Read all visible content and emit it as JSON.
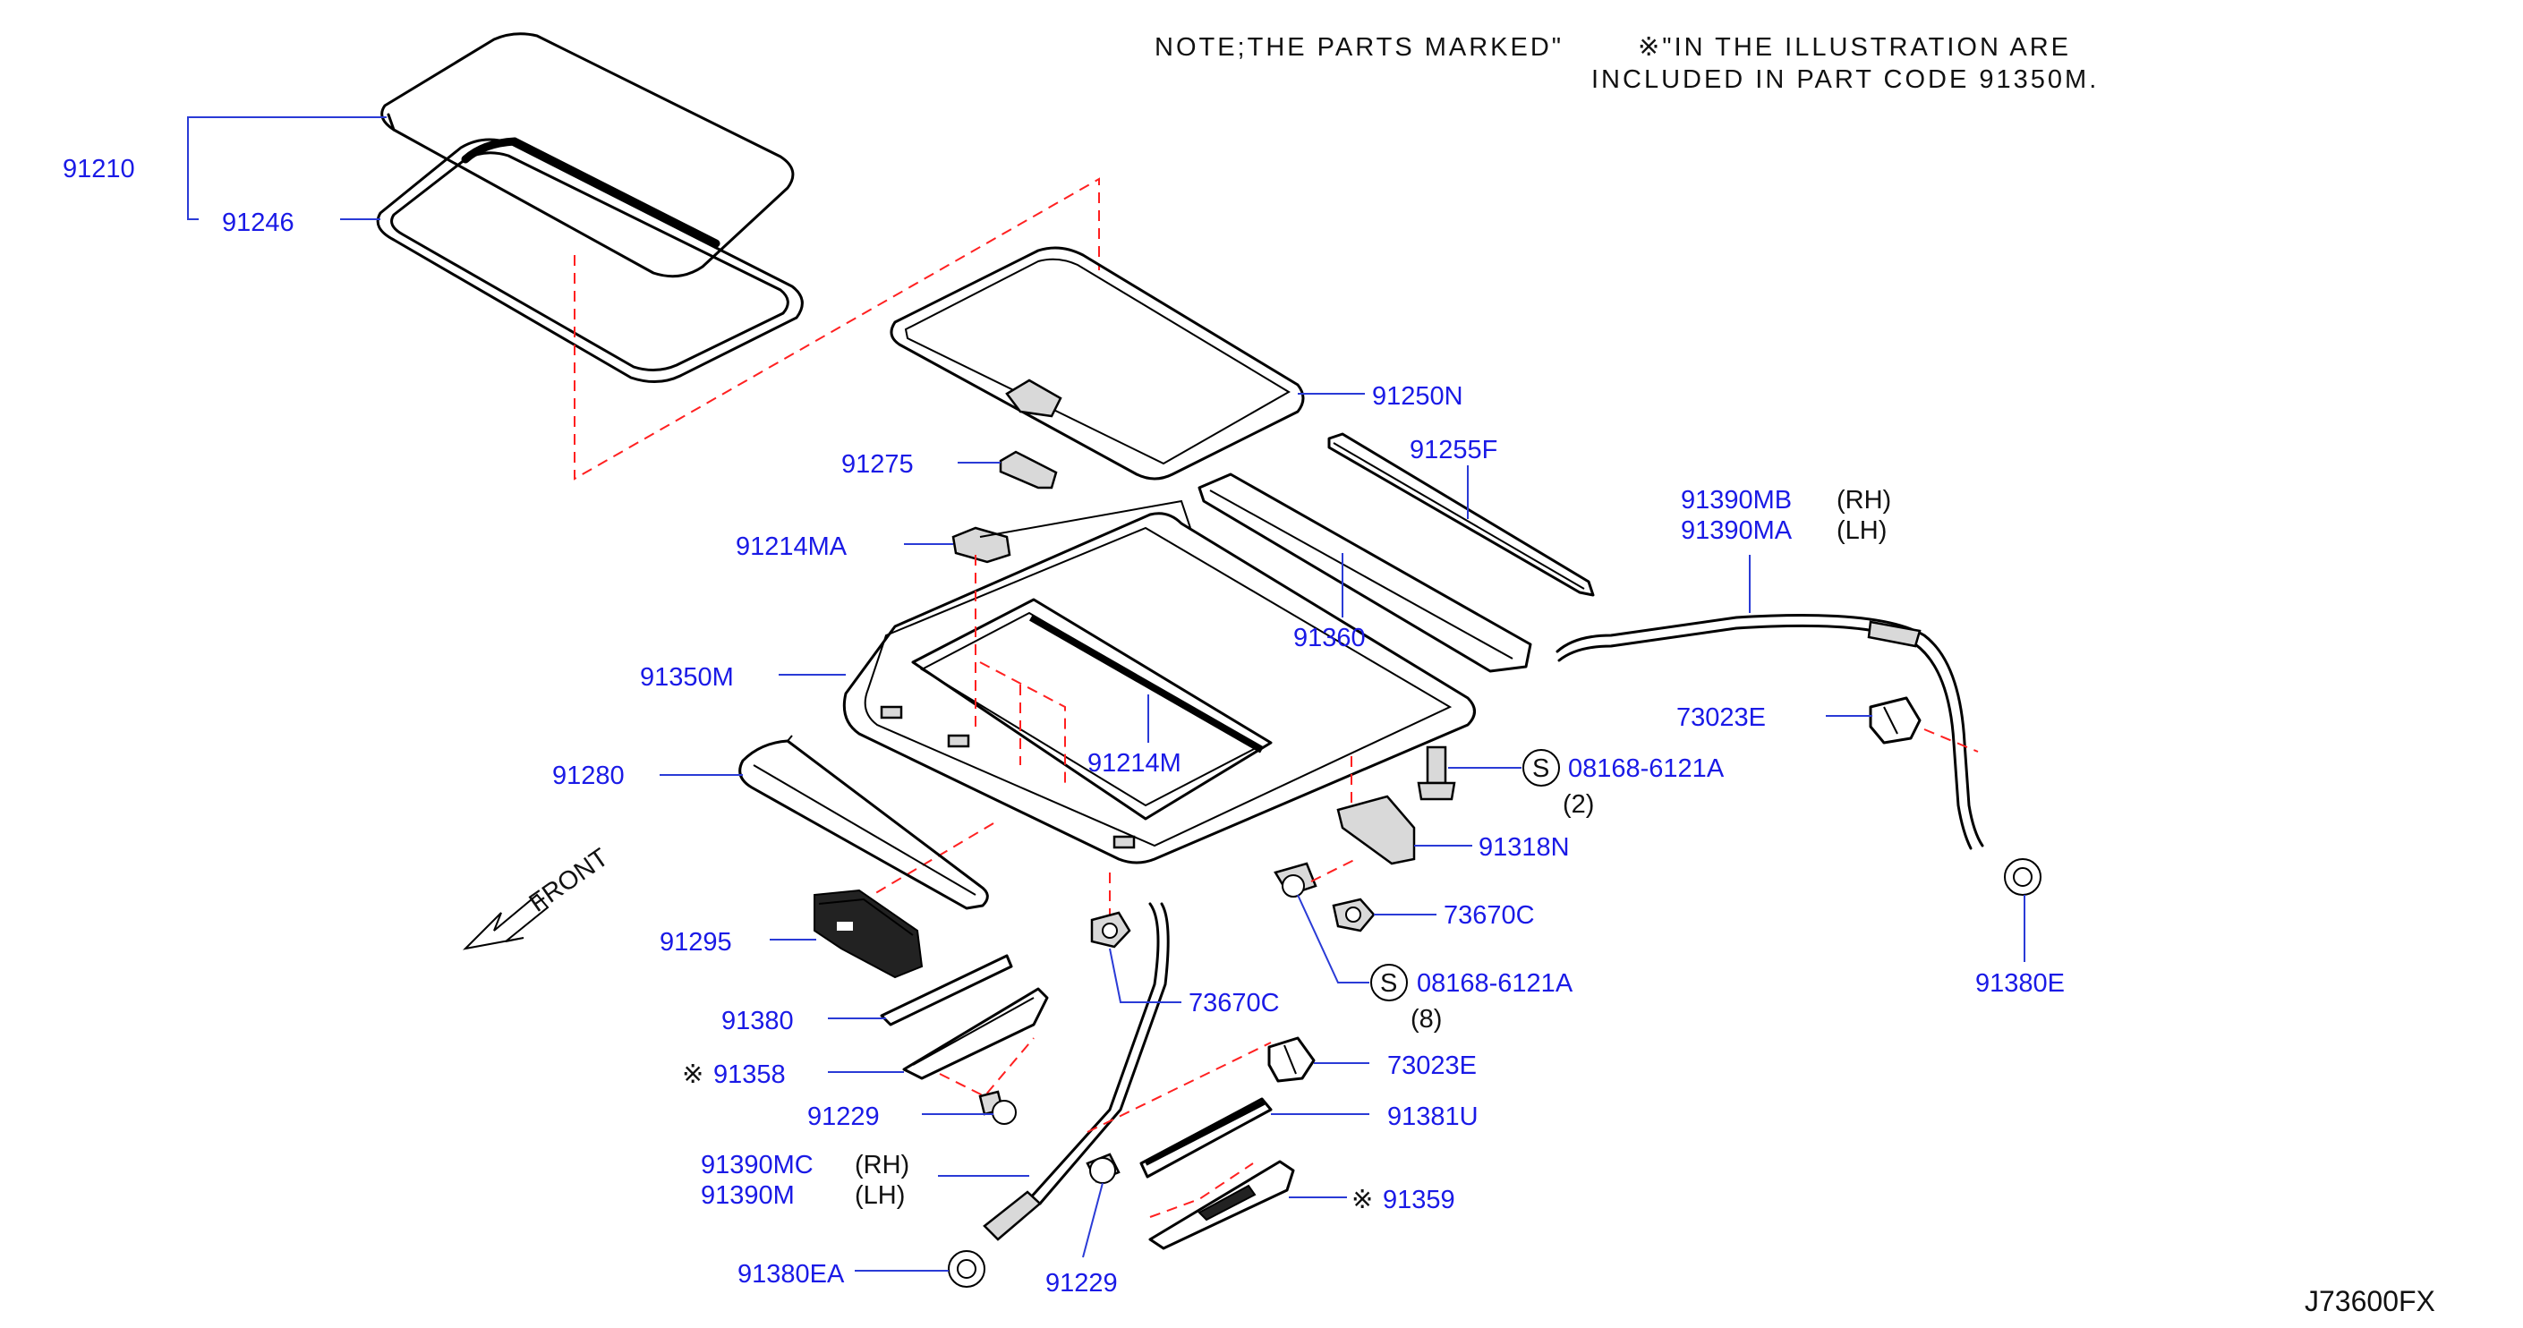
{
  "colors": {
    "label": "#1a1ae6",
    "leader": "#2a3bd6",
    "dashed": "#ff2020",
    "drawing": "#000000"
  },
  "note": {
    "line1_a": "NOTE;THE PARTS MARKED\"",
    "line1_b": "※\"IN THE ILLUSTRATION ARE",
    "line2": "INCLUDED IN PART CODE 91350M."
  },
  "diagram_code": "J73600FX",
  "front_label": "FRONT",
  "labels": {
    "p91210": "91210",
    "p91246": "91246",
    "p91250N": "91250N",
    "p91255F": "91255F",
    "p91275": "91275",
    "p91214MA": "91214MA",
    "p91360": "91360",
    "p91390MB": "91390MB",
    "p91390MA": "91390MA",
    "rh1": "(RH)",
    "lh1": "(LH)",
    "p91350M": "91350M",
    "p73023E_a": "73023E",
    "p91214M": "91214M",
    "s_mark1": "S",
    "p08168_a": "08168-6121A",
    "qty2": "(2)",
    "p91280": "91280",
    "p91318N": "91318N",
    "p73670C_a": "73670C",
    "p91295": "91295",
    "p73670C_b": "73670C",
    "s_mark2": "S",
    "p08168_b": "08168-6121A",
    "qty8": "(8)",
    "p91380E": "91380E",
    "p91380": "91380",
    "mark_91358": "※",
    "p91358": "91358",
    "p73023E_b": "73023E",
    "p91229_a": "91229",
    "p91381U": "91381U",
    "p91390MC": "91390MC",
    "rh2": "(RH)",
    "p91390M": "91390M",
    "lh2": "(LH)",
    "mark_91359": "※",
    "p91359": "91359",
    "p91380EA": "91380EA",
    "p91229_b": "91229"
  }
}
